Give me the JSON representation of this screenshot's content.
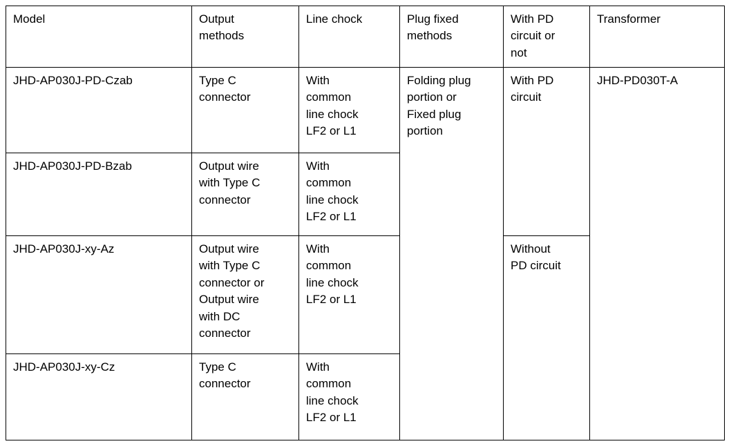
{
  "table": {
    "columns": [
      {
        "key": "model",
        "label": "Model"
      },
      {
        "key": "output",
        "label": "Output\nmethods"
      },
      {
        "key": "chock",
        "label": "Line chock"
      },
      {
        "key": "plug",
        "label": "Plug fixed\nmethods"
      },
      {
        "key": "pd",
        "label": "With PD\ncircuit or\nnot"
      },
      {
        "key": "transformer",
        "label": "Transformer"
      }
    ],
    "rows": [
      {
        "model": "JHD-AP030J-PD-Czab",
        "output": "Type C\nconnector",
        "chock": "With\ncommon\nline chock\nLF2 or L1",
        "plug": "Folding plug\nportion or\nFixed plug\nportion",
        "pd": "With PD\ncircuit",
        "transformer": "JHD-PD030T-A"
      },
      {
        "model": "JHD-AP030J-PD-Bzab",
        "output": "Output wire\nwith Type C\nconnector",
        "chock": "With\ncommon\nline chock\nLF2 or L1"
      },
      {
        "model": "JHD-AP030J-xy-Az",
        "output": "Output wire\nwith Type C\nconnector or\nOutput wire\nwith DC\nconnector",
        "chock": "With\ncommon\nline chock\nLF2 or L1",
        "pd": "Without\nPD circuit"
      },
      {
        "model": "JHD-AP030J-xy-Cz",
        "output": "Type C\nconnector",
        "chock": "With\ncommon\nline chock\nLF2 or L1"
      }
    ],
    "colors": {
      "border": "#000000",
      "text": "#000000",
      "background": "#ffffff"
    }
  }
}
